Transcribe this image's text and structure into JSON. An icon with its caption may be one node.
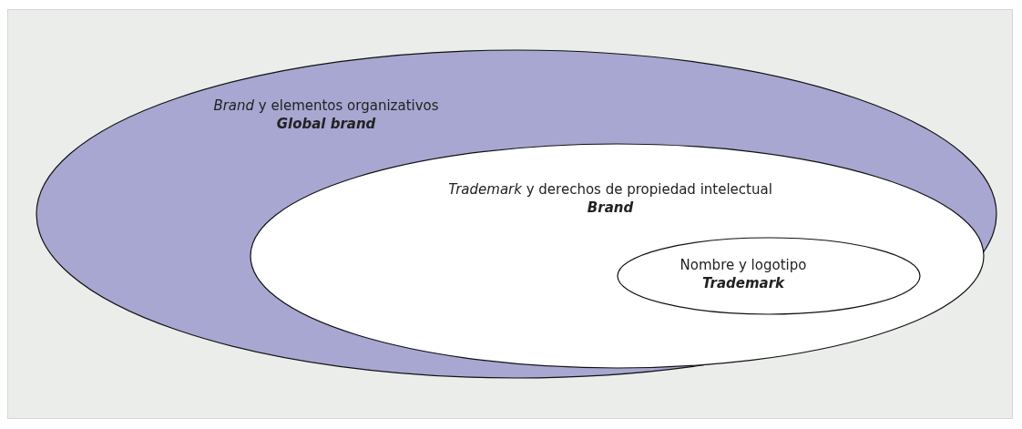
{
  "diagram": {
    "nodes": [
      {
        "text": [
          "*Brand* y elementos organizativos",
          "Global brand"
        ]
      },
      {
        "text": [
          "*Trademark* y derechos de propiedad intelectual",
          "Brand"
        ],
        "in": 0
      },
      {
        "text": [
          "Nombre y logotipo",
          "Trademark"
        ],
        "in": 1
      }
    ]
  }
}
